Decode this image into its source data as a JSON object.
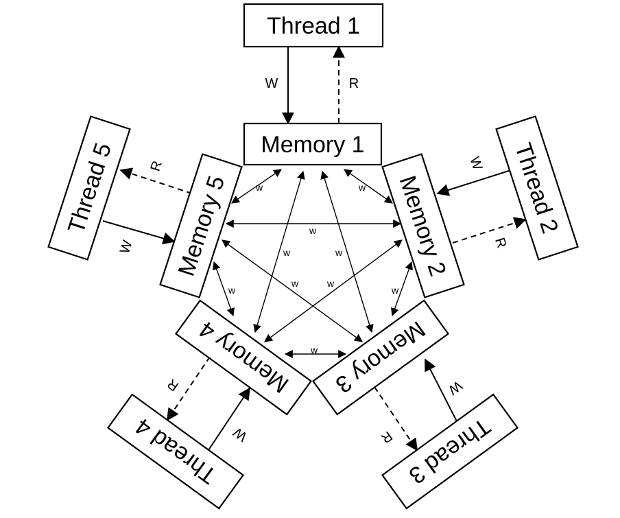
{
  "nodes": {
    "thread1": "Thread 1",
    "thread2": "Thread 2",
    "thread3": "Thread 3",
    "thread4": "Thread 4",
    "thread5": "Thread 5",
    "memory1": "Memory 1",
    "memory2": "Memory 2",
    "memory3": "Memory 3",
    "memory4": "Memory 4",
    "memory5": "Memory 5"
  },
  "edge_labels": {
    "write": "W",
    "read": "R",
    "replicate": "w"
  }
}
